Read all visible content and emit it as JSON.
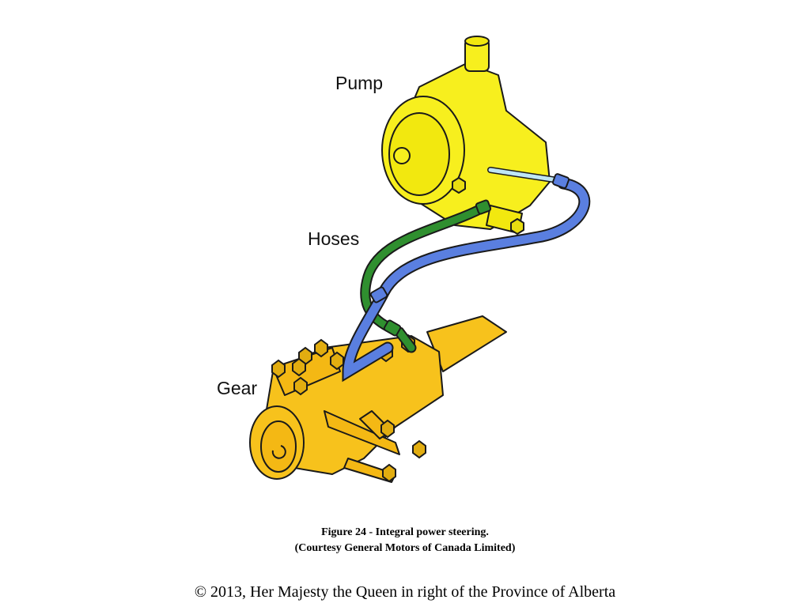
{
  "diagram": {
    "labels": {
      "pump": "Pump",
      "hoses": "Hoses",
      "gear": "Gear"
    },
    "colors": {
      "pump_body": "#f7ef1e",
      "gear_body": "#f7c21c",
      "pressure_hose": "#2f8f2f",
      "return_hose": "#5a7fe0",
      "outline": "#1a1a1a"
    }
  },
  "caption": {
    "line1": "Figure 24 - Integral power steering.",
    "line2": "(Courtesy General Motors of Canada Limited)"
  },
  "footer": {
    "copyright": "© 2013, Her Majesty the Queen in right of the Province of Alberta"
  }
}
